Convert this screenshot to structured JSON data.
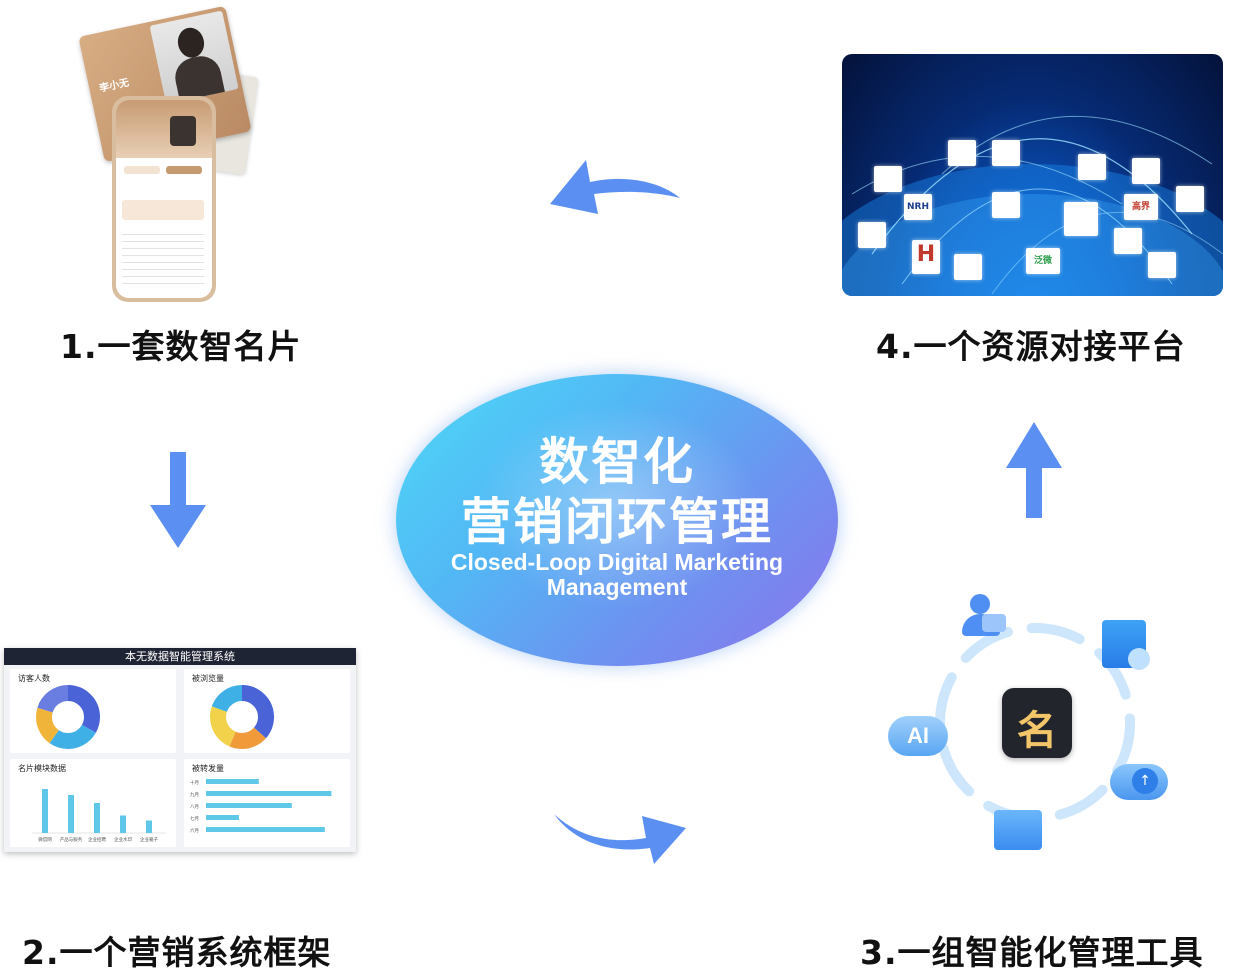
{
  "center": {
    "title_line1": "数智化",
    "title_line2": "营销闭环管理",
    "subtitle": "Closed-Loop Digital Marketing Management"
  },
  "steps": [
    {
      "label": "1.一套数智名片"
    },
    {
      "label": "2.一个营销系统框架"
    },
    {
      "label": "3.一组智能化管理工具"
    },
    {
      "label": "4.一个资源对接平台"
    }
  ],
  "card": {
    "name": "李小无"
  },
  "dashboard": {
    "title": "本无数据智能管理系统",
    "panel1_title": "访客人数",
    "panel2_title": "被浏览量",
    "panel3_title": "名片模块数据",
    "panel4_title": "被转发量",
    "bar_categories": [
      "微官网",
      "产品与服务",
      "企业招聘",
      "企业水印",
      "企业箱子"
    ],
    "bar_values": [
      88,
      76,
      60,
      35,
      25
    ],
    "hbar_categories": [
      "十月",
      "九月",
      "八月",
      "七月",
      "六月"
    ],
    "hbar_values": [
      40,
      95,
      65,
      25,
      90
    ]
  },
  "tools": {
    "ai_label": "AI",
    "center_logo": "名"
  },
  "platform": {
    "logos": [
      "H",
      "高界",
      "NRH",
      "泛微"
    ]
  },
  "colors": {
    "arrow": "#5b8ff2",
    "ellipse_start": "#4fd9f7",
    "ellipse_end": "#8d74ec",
    "bar": "#5fc7e8"
  }
}
